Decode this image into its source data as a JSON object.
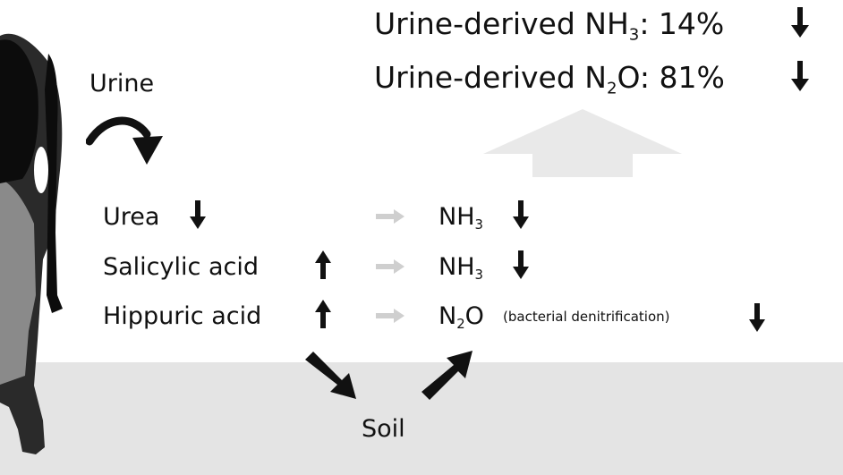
{
  "top_labels": {
    "nh3": {
      "prefix": "Urine-derived NH",
      "subscript": "3",
      "suffix": ": 14%"
    },
    "n2o": {
      "prefix": "Urine-derived N",
      "subscript": "2",
      "suffix": "O: 81%"
    }
  },
  "urine_label": "Urine",
  "compounds": [
    {
      "label": "Urea",
      "trend": "down"
    },
    {
      "label": "Salicylic acid",
      "trend": "up"
    },
    {
      "label": "Hippuric acid",
      "trend": "up"
    }
  ],
  "products": [
    {
      "base": "NH",
      "subscript": "3",
      "tail": "",
      "trend": "down"
    },
    {
      "base": "NH",
      "subscript": "3",
      "tail": "",
      "trend": "down"
    },
    {
      "base": "N",
      "subscript": "2",
      "tail": "O",
      "note": "(bacterial denitrification)",
      "trend": "down"
    }
  ],
  "soil_label": "Soil",
  "colors": {
    "arrow_dark": "#111111",
    "arrow_light": "#cfcfcf",
    "big_arrow": "#e9e9e9",
    "ground": "#e4e4e4"
  }
}
